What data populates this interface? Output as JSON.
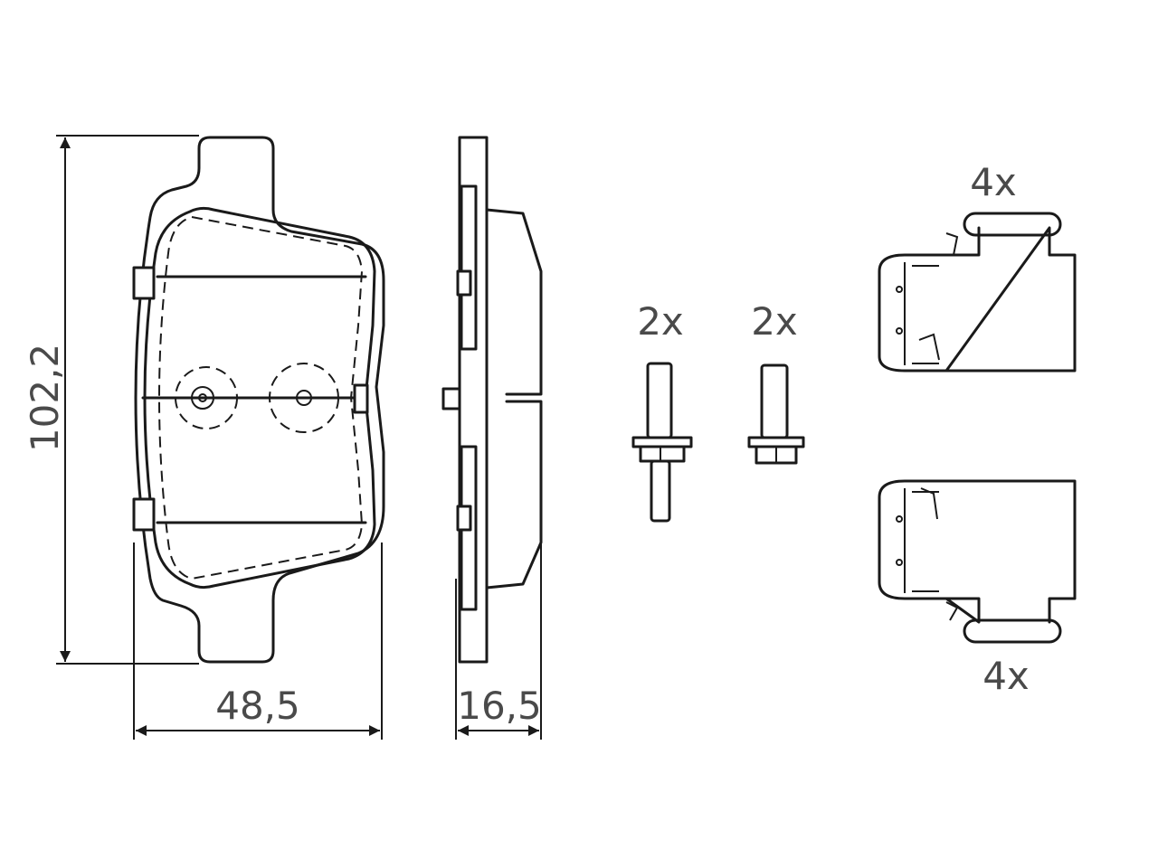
{
  "dimensions": {
    "height": "102,2",
    "width": "48,5",
    "thickness": "16,5"
  },
  "quantities": {
    "bolt_long": "2x",
    "bolt_short": "2x",
    "clip_top": "4x",
    "clip_bottom": "4x"
  }
}
